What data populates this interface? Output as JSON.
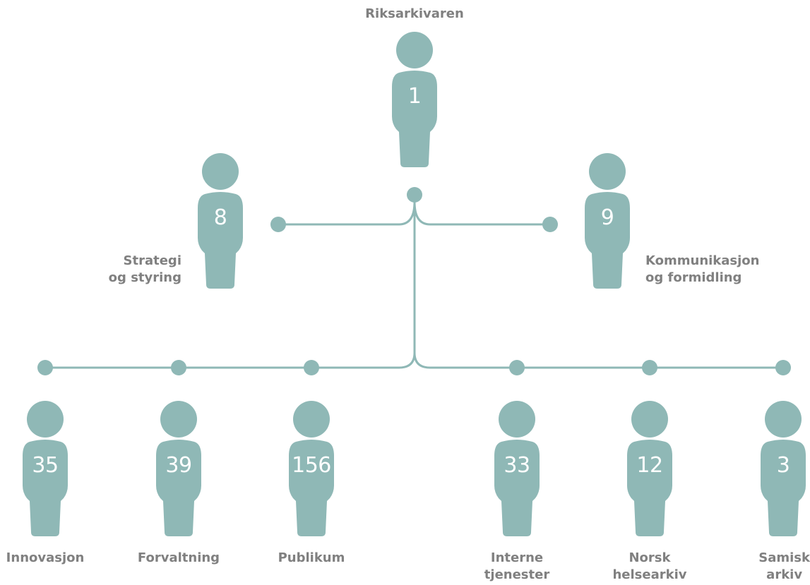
{
  "accent_color": "#8fb8b6",
  "label_color": "#808080",
  "root": {
    "label": "Riksarkivaren",
    "count": "1",
    "icon": "person-icon"
  },
  "staff_units": [
    {
      "id": "strategi",
      "label_line1": "Strategi",
      "label_line2": "og styring",
      "count": "8",
      "icon": "person-icon"
    },
    {
      "id": "kommunikasjon",
      "label_line1": "Kommunikasjon",
      "label_line2": "og formidling",
      "count": "9",
      "icon": "person-icon"
    }
  ],
  "departments": [
    {
      "id": "innovasjon",
      "label_line1": "Innovasjon",
      "label_line2": "",
      "count": "35",
      "icon": "person-icon"
    },
    {
      "id": "forvaltning",
      "label_line1": "Forvaltning",
      "label_line2": "",
      "count": "39",
      "icon": "person-icon"
    },
    {
      "id": "publikum",
      "label_line1": "Publikum",
      "label_line2": "",
      "count": "156",
      "icon": "person-icon"
    },
    {
      "id": "interne-tjenester",
      "label_line1": "Interne",
      "label_line2": "tjenester",
      "count": "33",
      "icon": "person-icon"
    },
    {
      "id": "norsk-helsearkiv",
      "label_line1": "Norsk",
      "label_line2": "helsearkiv",
      "count": "12",
      "icon": "person-icon"
    },
    {
      "id": "samisk-arkiv",
      "label_line1": "Samisk",
      "label_line2": "arkiv",
      "count": "3",
      "icon": "person-icon"
    }
  ]
}
